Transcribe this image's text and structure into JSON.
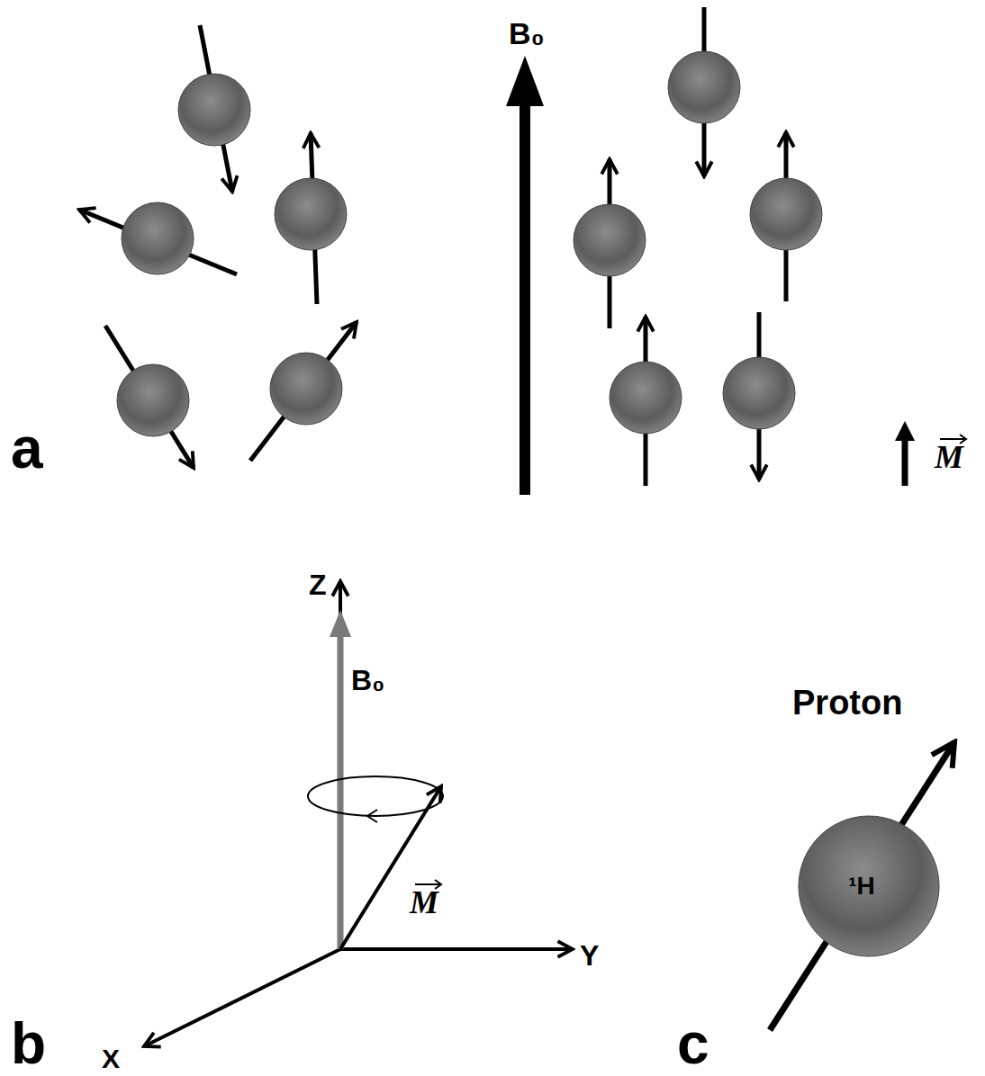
{
  "diagram": {
    "nodes": [
      {
        "text": [
          "¹H"
        ]
      }
    ],
    "labels": [
      "B₀",
      "a",
      "M",
      "Z",
      "B₀",
      "M",
      "Y",
      "b",
      "X",
      "Proton",
      "c"
    ]
  }
}
